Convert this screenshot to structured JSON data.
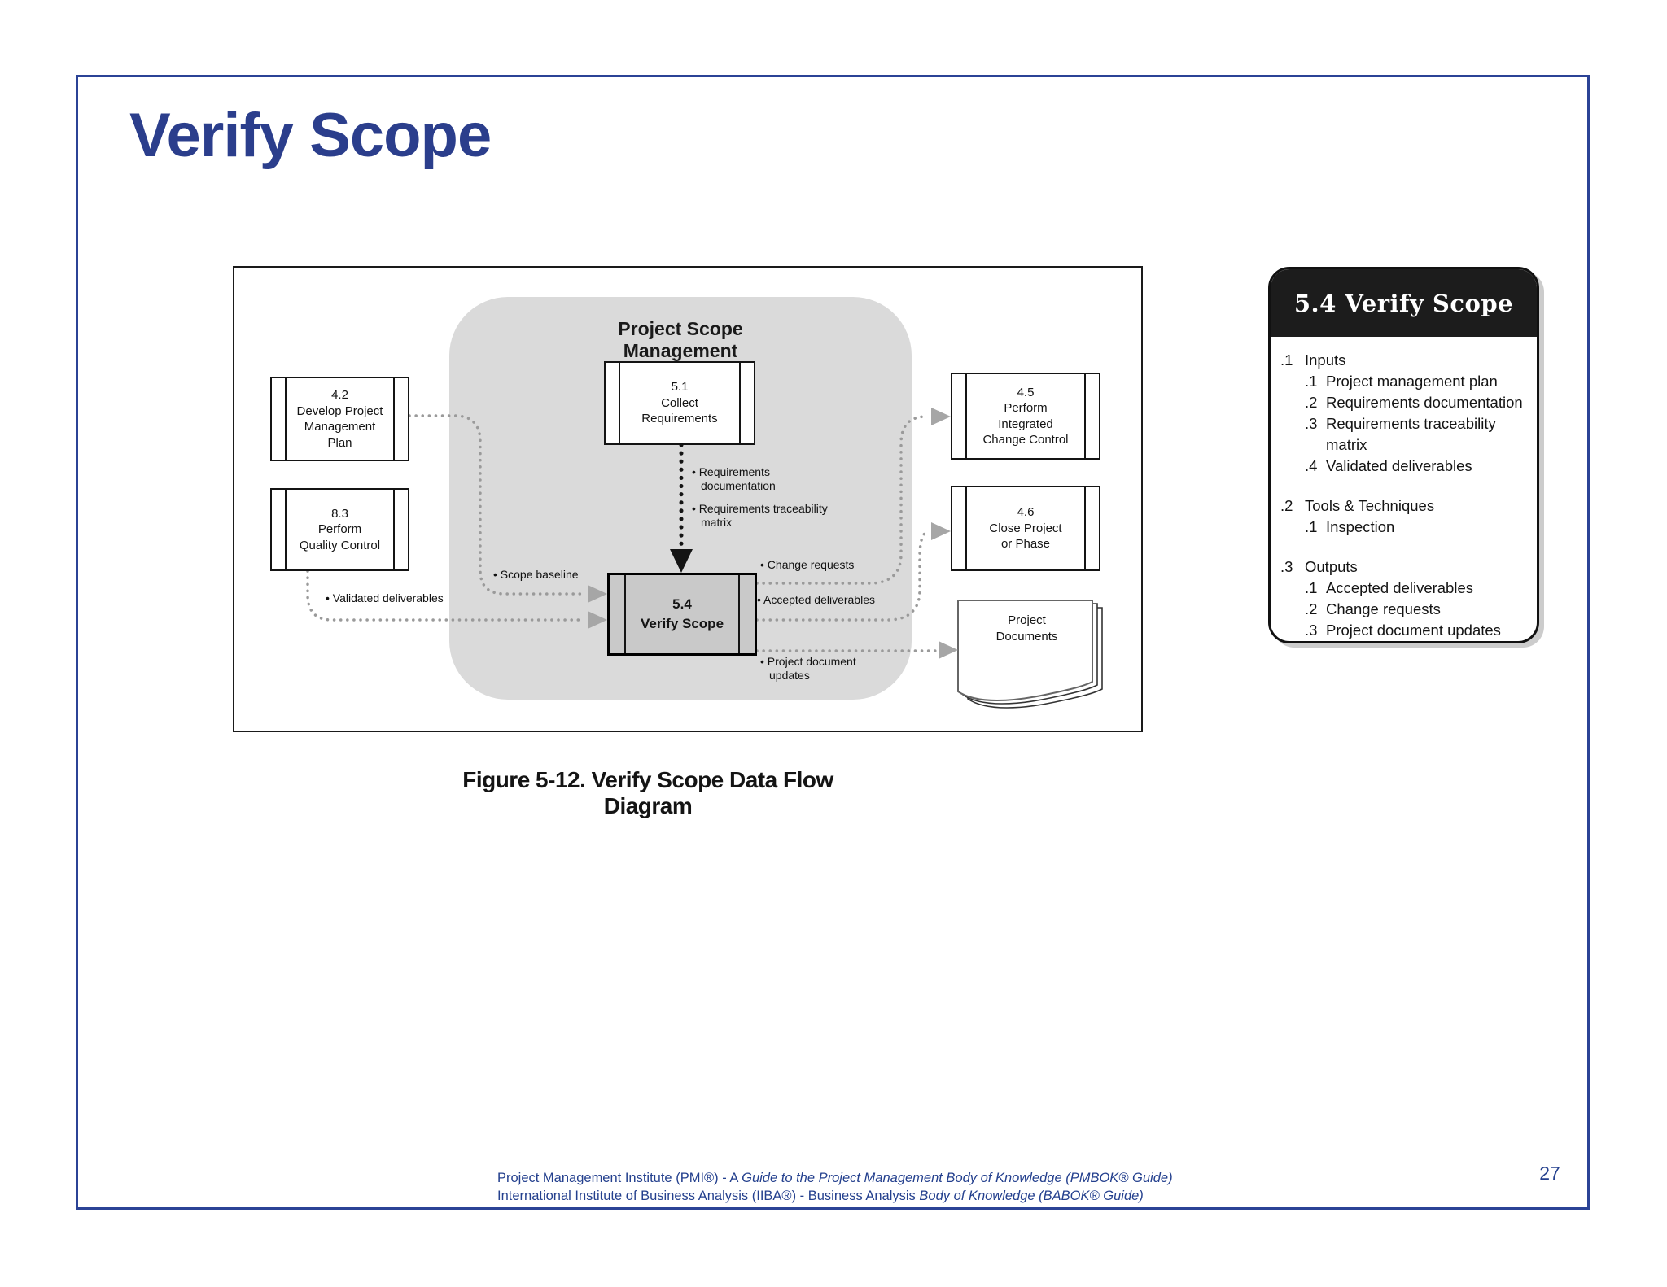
{
  "slide": {
    "title": "Verify Scope",
    "caption": "Figure 5-12. Verify Scope Data Flow Diagram",
    "page_number": "27",
    "footer_line1": {
      "regular": "Project Management Institute (PMI®) - A ",
      "italic": "Guide to the Project Management Body of Knowledge (PMBOK® Guide)"
    },
    "footer_line2": {
      "regular": "International Institute of Business Analysis (IIBA®) - Business Analysis ",
      "italic": "Body of Knowledge (BABOK® Guide)"
    }
  },
  "diagram": {
    "container_label": "Project Scope Management",
    "boxes": {
      "b42": {
        "lines": [
          "4.2",
          "Develop Project",
          "Management",
          "Plan"
        ]
      },
      "b83": {
        "lines": [
          "8.3",
          "Perform",
          "Quality Control"
        ]
      },
      "b51": {
        "lines": [
          "5.1",
          "Collect",
          "Requirements"
        ]
      },
      "b54": {
        "lines": [
          "5.4",
          "Verify Scope"
        ]
      },
      "b45": {
        "lines": [
          "4.5",
          "Perform",
          "Integrated",
          "Change Control"
        ]
      },
      "b46": {
        "lines": [
          "4.6",
          "Close Project",
          "or Phase"
        ]
      },
      "doc": {
        "lines": [
          "Project",
          "Documents"
        ]
      }
    },
    "flow_labels": {
      "scope_baseline": "• Scope baseline",
      "validated_deliverables": "• Validated deliverables",
      "requirements_documentation": "• Requirements documentation",
      "requirements_traceability": "• Requirements traceability matrix",
      "change_requests": "• Change requests",
      "accepted_deliverables": "• Accepted deliverables",
      "project_document_updates": "• Project document updates"
    }
  },
  "sidebar": {
    "header": "5.4 Verify Scope",
    "sections": [
      {
        "num": ".1",
        "title": "Inputs",
        "items": [
          {
            "num": ".1",
            "text": "Project management plan"
          },
          {
            "num": ".2",
            "text": "Requirements documentation"
          },
          {
            "num": ".3",
            "text": "Requirements traceability matrix"
          },
          {
            "num": ".4",
            "text": "Validated deliverables"
          }
        ]
      },
      {
        "num": ".2",
        "title": "Tools & Techniques",
        "items": [
          {
            "num": ".1",
            "text": "Inspection"
          }
        ]
      },
      {
        "num": ".3",
        "title": "Outputs",
        "items": [
          {
            "num": ".1",
            "text": "Accepted deliverables"
          },
          {
            "num": ".2",
            "text": "Change requests"
          },
          {
            "num": ".3",
            "text": "Project document updates"
          }
        ]
      }
    ]
  },
  "colors": {
    "accent_blue": "#2b3e8c",
    "frame_blue": "#2b4396",
    "footer_blue": "#24408e",
    "container_gray": "#dadada",
    "process_fill_gray": "#c9c9c9",
    "connector_gray": "#9a9a9a",
    "black": "#141414"
  }
}
